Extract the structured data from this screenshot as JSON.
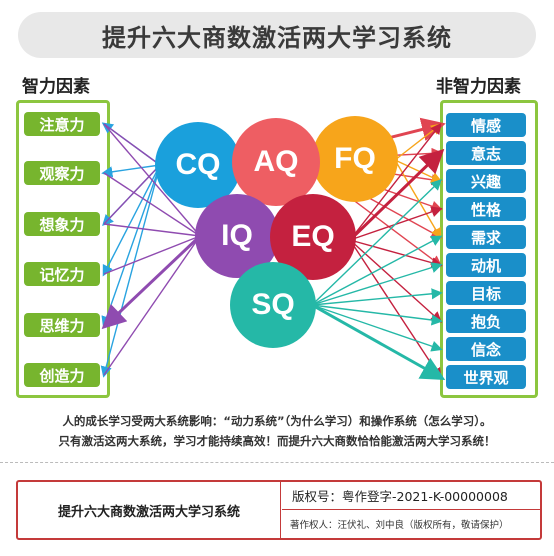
{
  "title": "提升六大商数激活两大学习系统",
  "left_heading": "智力因素",
  "right_heading": "非智力因素",
  "left_factors": [
    "注意力",
    "观察力",
    "想象力",
    "记忆力",
    "思维力",
    "创造力"
  ],
  "right_factors": [
    "情感",
    "意志",
    "兴趣",
    "性格",
    "需求",
    "动机",
    "目标",
    "抱负",
    "信念",
    "世界观"
  ],
  "quotients": [
    {
      "label": "CQ",
      "color": "#1aa0dc"
    },
    {
      "label": "AQ",
      "color": "#ee5e63"
    },
    {
      "label": "FQ",
      "color": "#f7a51b"
    },
    {
      "label": "IQ",
      "color": "#8f4bb0"
    },
    {
      "label": "EQ",
      "color": "#c4213f"
    },
    {
      "label": "SQ",
      "color": "#25b8a7"
    }
  ],
  "description_line1": "人的成长学习受两大系统影响：“动力系统”（为什么学习）和操作系统（怎么学习）。",
  "description_line2": "只有激活这两大系统，学习才能持续高效！而提升六大商数恰恰能激活两大学习系统！",
  "footer": {
    "title": "提升六大商数激活两大学习系统",
    "copyright": "版权号：粤作登字-2021-K-00000008",
    "authors": "著作权人：汪伏礼、刘中良（版权所有，敬请保护）"
  },
  "colors": {
    "green": "#77b52e",
    "blue": "#1a8fc9",
    "frame": "#8cc63f",
    "footer_border": "#c43a3a"
  }
}
